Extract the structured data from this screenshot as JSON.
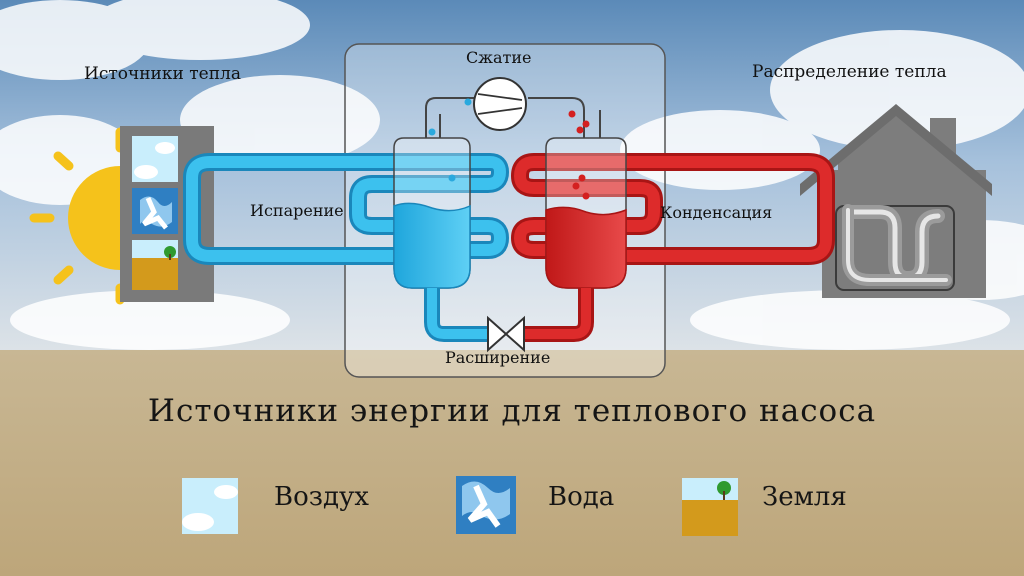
{
  "labels": {
    "heat_sources": "Источники тепла",
    "heat_distribution": "Распределение тепла",
    "compression": "Сжатие",
    "evaporation": "Испарение",
    "condensation": "Конденсация",
    "expansion": "Расширение"
  },
  "headline": "Источники энергии для теплового насоса",
  "legend": [
    {
      "label": "Воздух",
      "icon": "air-icon"
    },
    {
      "label": "Вода",
      "icon": "water-icon"
    },
    {
      "label": "Земля",
      "icon": "earth-icon"
    }
  ],
  "colors": {
    "cold_loop": "#29b6e6",
    "hot_loop": "#d62222",
    "house": "#7d7d7d",
    "sun": "#f5c21b",
    "earth": "#d39a1c"
  }
}
